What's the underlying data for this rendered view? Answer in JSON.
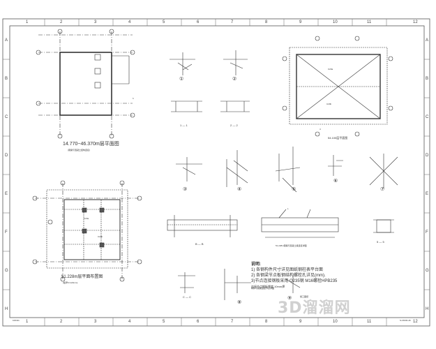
{
  "grid": {
    "columns": [
      "1",
      "2",
      "3",
      "4",
      "5",
      "6",
      "7",
      "8",
      "9",
      "10",
      "11",
      "12"
    ],
    "rows": [
      "A",
      "B",
      "C",
      "D",
      "E",
      "F",
      "G",
      "H"
    ]
  },
  "titles": {
    "plan_top": "14.770~46.370m层平面图",
    "plan_top_note": "(钢梁与混凝土结构连接)",
    "plan_bottom": "51.228m层平面布置图",
    "plan_bottom_note": "(板厚h=120mm)",
    "plan_right": "54.100层平面图",
    "section_b": "B — B",
    "section_c": "C — C",
    "section_5": "5 — 5",
    "section_1": "1 — 1",
    "section_2": "2 — 2",
    "beam_detail": "51.228m钢梁与混凝土梁连接详图",
    "bottom_note": "构件与钢梁连接节点详图",
    "title_block": "S-15030-46",
    "left_block": "100411",
    "notes_block_left": "施工图纸"
  },
  "notes": {
    "heading": "说明:",
    "line1": "1) 各钢构件尺寸详见图纸钢柱表平台面",
    "line2": "2) 各钢梁节点板钢结构螺栓孔详见(mm).",
    "line3": "3)节点连接钢板采用 Q235钢 M16螺栓HPB235",
    "line4": "连接节点钢板厚度 10mm焊"
  },
  "detail_marks": [
    "①",
    "②",
    "③",
    "④",
    "⑤",
    "⑥",
    "⑦",
    "⑧",
    "⑨"
  ],
  "labels": {
    "c20a": "C20a",
    "c20b": "C20b",
    "d4": "4",
    "l": "L",
    "elev": "h"
  },
  "watermark": "3D溜溜网"
}
